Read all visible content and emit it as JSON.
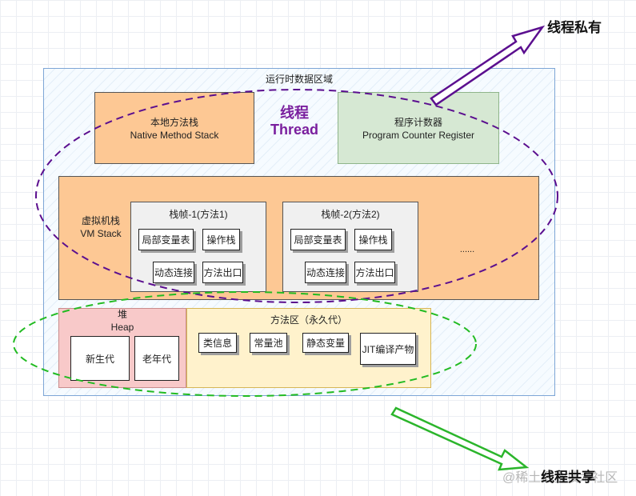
{
  "runtime_area": {
    "title": "运行时数据区域"
  },
  "native_stack": {
    "line1": "本地方法栈",
    "line2": "Native Method Stack"
  },
  "pc_register": {
    "line1": "程序计数器",
    "line2": "Program Counter Register"
  },
  "thread": {
    "line1": "线程",
    "line2": "Thread"
  },
  "vm_stack": {
    "line1": "虚拟机栈",
    "line2": "VM Stack",
    "frame1": {
      "title": "栈帧-1(方法1)",
      "items": [
        "局部变量表",
        "操作栈",
        "动态连接",
        "方法出口"
      ]
    },
    "frame2": {
      "title": "栈帧-2(方法2)",
      "items": [
        "局部变量表",
        "操作栈",
        "动态连接",
        "方法出口"
      ]
    },
    "ellipsis": "......"
  },
  "heap": {
    "line1": "堆",
    "line2": "Heap",
    "young": "新生代",
    "old": "老年代"
  },
  "method_area": {
    "title": "方法区（永久代）",
    "items": [
      "类信息",
      "常量池",
      "静态变量",
      "JIT编译产物"
    ]
  },
  "labels": {
    "thread_private": "线程私有",
    "thread_shared": "线程共享"
  },
  "watermark": "@稀土掘金技术社区",
  "colors": {
    "thread_ellipse": "#5b0f8f",
    "shared_ellipse": "#22bb22",
    "arrow_green": "#2bb52b"
  }
}
